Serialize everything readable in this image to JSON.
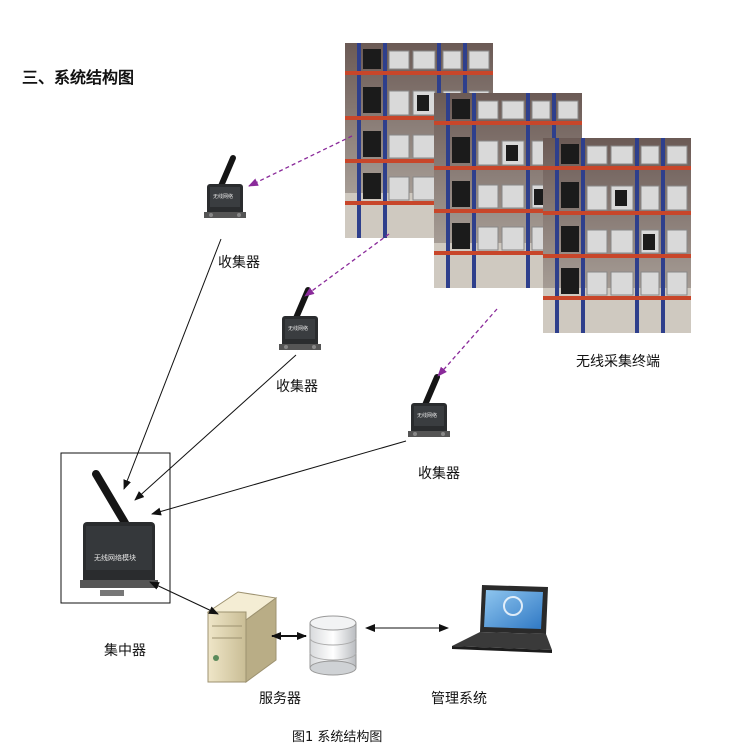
{
  "heading": "三、系统结构图",
  "labels": {
    "collector": "收集器",
    "terminals": "无线采集终端",
    "concentrator": "集中器",
    "server": "服务器",
    "management": "管理系统"
  },
  "caption": "图1 系统结构图",
  "colors": {
    "wireless_link": "#8a2a9a",
    "wired_link": "#111111",
    "rack_frame": "#2e3f8c",
    "rack_beam": "#c8462a",
    "device_body": "#2a2c2e"
  }
}
